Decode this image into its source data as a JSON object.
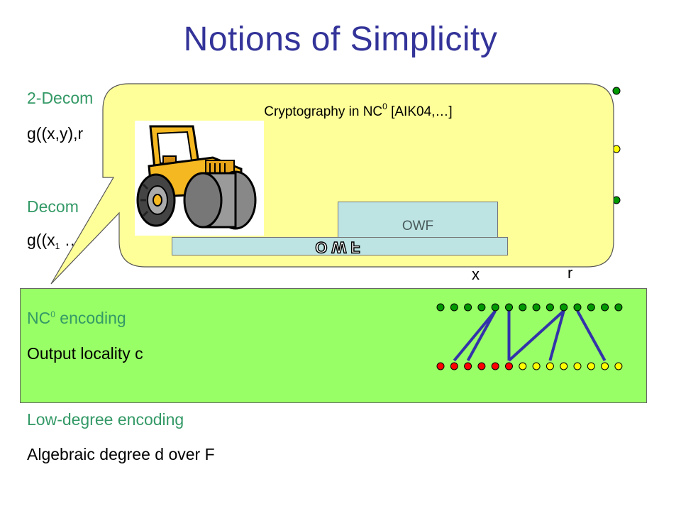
{
  "slide": {
    "title": "Notions of Simplicity",
    "items": {
      "decomp2_heading": "2-Decom",
      "decomp2_formula": "g((x,y),r",
      "decomp_heading": "Decom",
      "decomp_formula_a": "g((x",
      "decomp_formula_sub": "1",
      "decomp_formula_b": " …",
      "nc0_heading_a": "NC",
      "nc0_heading_sup": "0",
      "nc0_heading_b": " encoding",
      "output_locality": "Output locality c",
      "low_degree_heading": "Low-degree encoding",
      "algebraic_degree": "Algebraic degree d over F"
    },
    "callout": {
      "caption_a": "Cryptography in NC",
      "caption_sup": "0",
      "caption_b": " [AIK04,…]",
      "owf_top": "OWF",
      "owf_base": "OWF"
    },
    "graph_labels": {
      "x": "x",
      "r": "r"
    }
  },
  "colors": {
    "title": "#333399",
    "heading": "#339966",
    "green_box": "#99ff66",
    "callout_fill": "#ffff99",
    "owf_fill": "#bde3e3",
    "node_green": "#009900",
    "node_red": "#ff0000",
    "node_yellow": "#ffff00",
    "edge_blue": "#3333aa"
  }
}
